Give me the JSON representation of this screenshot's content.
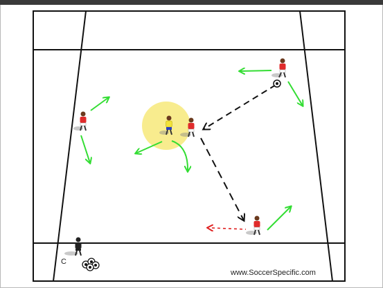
{
  "diagram": {
    "watermark": "www.SoccerSpecific.com",
    "coach_label": "C",
    "colors": {
      "field_lines": "#111111",
      "movement_arrow": "#33dd33",
      "pass_arrow": "#111111",
      "dribble_arrow": "#e02020",
      "highlight": "#f7e97a",
      "attacker_shirt": "#e02b2b",
      "defender_shirt": "#f2e23a",
      "coach_shirt": "#222222"
    },
    "players": [
      {
        "role": "attacker",
        "icon": "player-red-icon",
        "label": "left wide attacker"
      },
      {
        "role": "attacker",
        "icon": "player-red-icon",
        "label": "top right attacker with ball"
      },
      {
        "role": "attacker",
        "icon": "player-red-icon",
        "label": "central attacker"
      },
      {
        "role": "attacker",
        "icon": "player-red-icon",
        "label": "bottom right attacker"
      },
      {
        "role": "defender",
        "icon": "player-yellow-icon",
        "label": "central defender"
      },
      {
        "role": "coach",
        "icon": "coach-icon",
        "label": "coach"
      }
    ]
  }
}
